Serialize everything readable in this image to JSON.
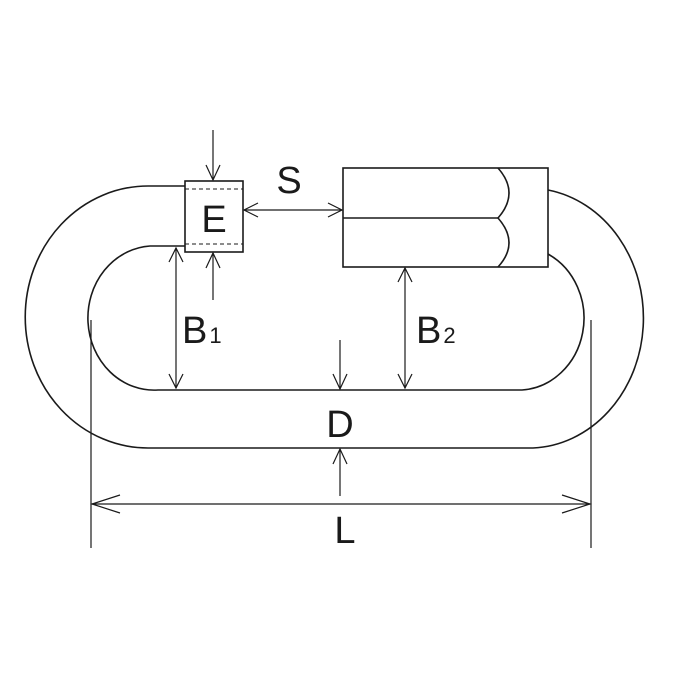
{
  "labels": {
    "S": "S",
    "E": "E",
    "B1_main": "B",
    "B1_sub": "1",
    "B2_main": "B",
    "B2_sub": "2",
    "D": "D",
    "L": "L"
  },
  "colors": {
    "line": "#1a1a1a",
    "background": "#ffffff"
  }
}
